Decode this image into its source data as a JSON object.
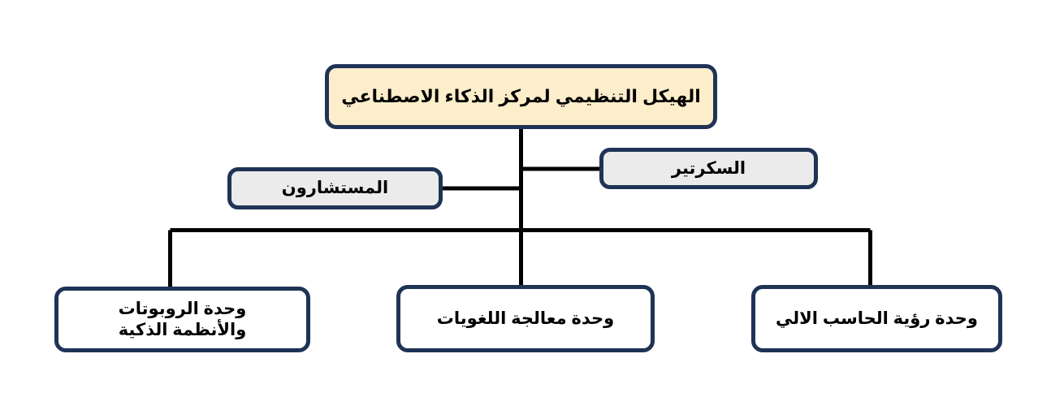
{
  "diagram": {
    "type": "organizational-chart",
    "language": "ar",
    "direction": "rtl",
    "colors": {
      "border": "#1f3355",
      "root_fill": "#fdeecb",
      "staff_fill": "#ebebeb",
      "unit_fill": "#ffffff",
      "connector": "#000000",
      "background": "#ffffff",
      "text": "#000000"
    },
    "root": {
      "label": "الهيكل التنظيمي لمركز الذكاء الاصطناعي"
    },
    "staff": [
      {
        "label": "المستشارون"
      },
      {
        "label": "السكرتير"
      }
    ],
    "units": [
      {
        "label": "وحدة الروبوتات\nوالأنظمة الذكية"
      },
      {
        "label": "وحدة معالجة اللغويات"
      },
      {
        "label": "وحدة رؤية الحاسب الالي"
      }
    ]
  }
}
